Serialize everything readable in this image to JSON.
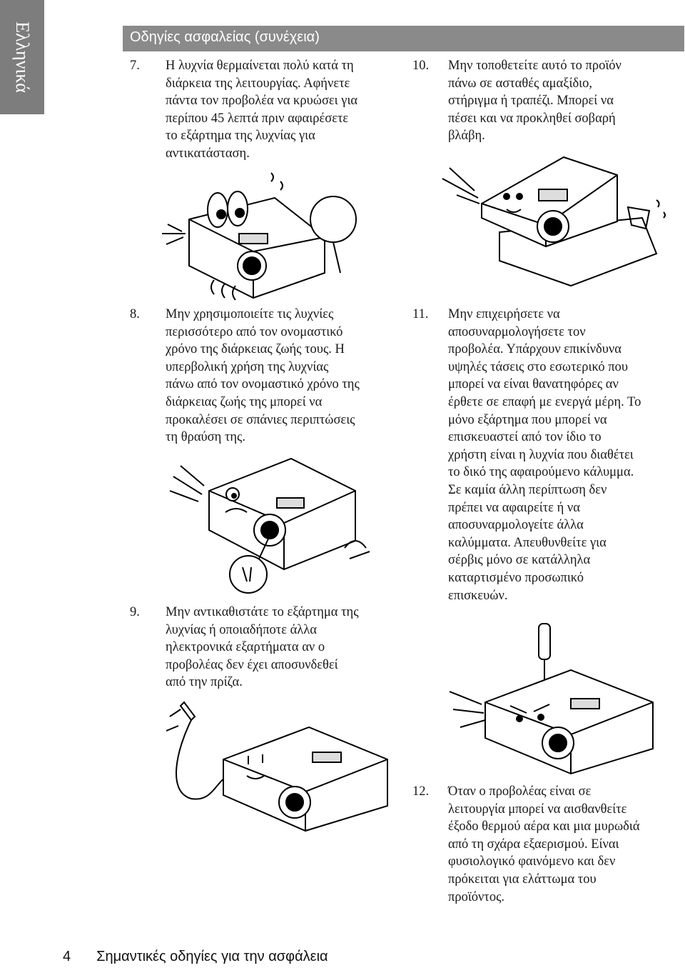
{
  "side_tab": {
    "label": "Ελληνικά"
  },
  "header": {
    "title": "Οδηγίες ασφαλείας (συνέχεια)"
  },
  "items": [
    {
      "number": "7.",
      "lines": [
        "Η λυχνία θερμαίνεται πολύ κατά τη",
        "διάρκεια της λειτουργίας. Αφήνετε",
        "πάντα τον προβολέα να κρυώσει για",
        "περίπου 45 λεπτά πριν αφαιρέσετε",
        "το εξάρτημα της λυχνίας για",
        "αντικατάσταση."
      ]
    },
    {
      "number": "8.",
      "lines": [
        "Μην χρησιμοποιείτε τις λυχνίες",
        "περισσότερο από τον ονομαστικό",
        "χρόνο της διάρκειας ζωής τους. Η",
        "υπερβολική χρήση της λυχνίας",
        "πάνω από τον ονομαστικό χρόνο της",
        "διάρκειας ζωής της μπορεί να",
        "προκαλέσει σε σπάνιες περιπτώσεις",
        "τη θραύση της."
      ]
    },
    {
      "number": "9.",
      "lines": [
        "Μην αντικαθιστάτε το εξάρτημα της",
        "λυχνίας ή οποιαδήποτε άλλα",
        "ηλεκτρονικά εξαρτήματα αν ο",
        "προβολέας δεν έχει αποσυνδεθεί",
        "από την πρίζα."
      ]
    },
    {
      "number": "10.",
      "lines": [
        "Μην τοποθετείτε αυτό το προϊόν",
        "πάνω σε ασταθές αμαξίδιο,",
        "στήριγμα ή τραπέζι. Μπορεί να",
        "πέσει και να προκληθεί σοβαρή",
        "βλάβη."
      ]
    },
    {
      "number": "11.",
      "lines": [
        "Μην επιχειρήσετε να",
        "αποσυναρμολογήσετε τον",
        "προβολέα. Υπάρχουν επικίνδυνα",
        "υψηλές τάσεις στο εσωτερικό που",
        "μπορεί να είναι θανατηφόρες αν",
        "έρθετε σε επαφή με ενεργά μέρη. Το",
        "μόνο εξάρτημα που μπορεί να",
        "επισκευαστεί από τον ίδιο το",
        "χρήστη είναι η λυχνία που διαθέτει",
        "το δικό της αφαιρούμενο κάλυμμα.",
        "Σε καμία άλλη περίπτωση δεν",
        "πρέπει να αφαιρείτε ή να",
        "αποσυναρμολογείτε άλλα",
        "καλύμματα. Απευθυνθείτε για",
        "σέρβις μόνο σε κατάλληλα",
        "καταρτισμένο προσωπικό",
        "επισκευών."
      ]
    },
    {
      "number": "12.",
      "lines": [
        "Όταν ο προβολέας είναι σε",
        "λειτουργία μπορεί να αισθανθείτε",
        "έξοδο θερμού αέρα και μια μυρωδιά",
        "από τη σχάρα εξαερισμού. Είναι",
        "φυσιολογικό φαινόμενο και δεν",
        "πρόκειται για ελάττωμα του",
        "προϊόντος."
      ]
    }
  ],
  "footer": {
    "page_number": "4",
    "section_title": "Σημαντικές οδηγίες για την ασφάλεια"
  }
}
